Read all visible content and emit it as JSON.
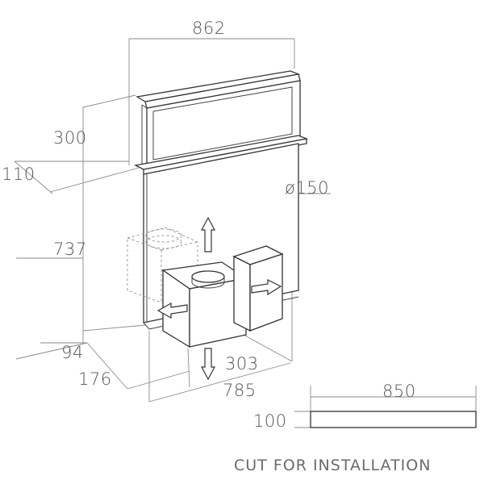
{
  "dimensions": {
    "width_top": "862",
    "lift_height": "300",
    "depth_top": "110",
    "body_height": "737",
    "bottom_offset": "94",
    "bottom_depth": "176",
    "motor_offset": "303",
    "base_width": "785",
    "duct_diameter": "ø150",
    "cut_width": "850",
    "cut_depth": "100"
  },
  "caption": "CUT FOR INSTALLATION",
  "colors": {
    "line": "#333333",
    "dimension_line": "#8a8a8a",
    "text": "#555555"
  }
}
